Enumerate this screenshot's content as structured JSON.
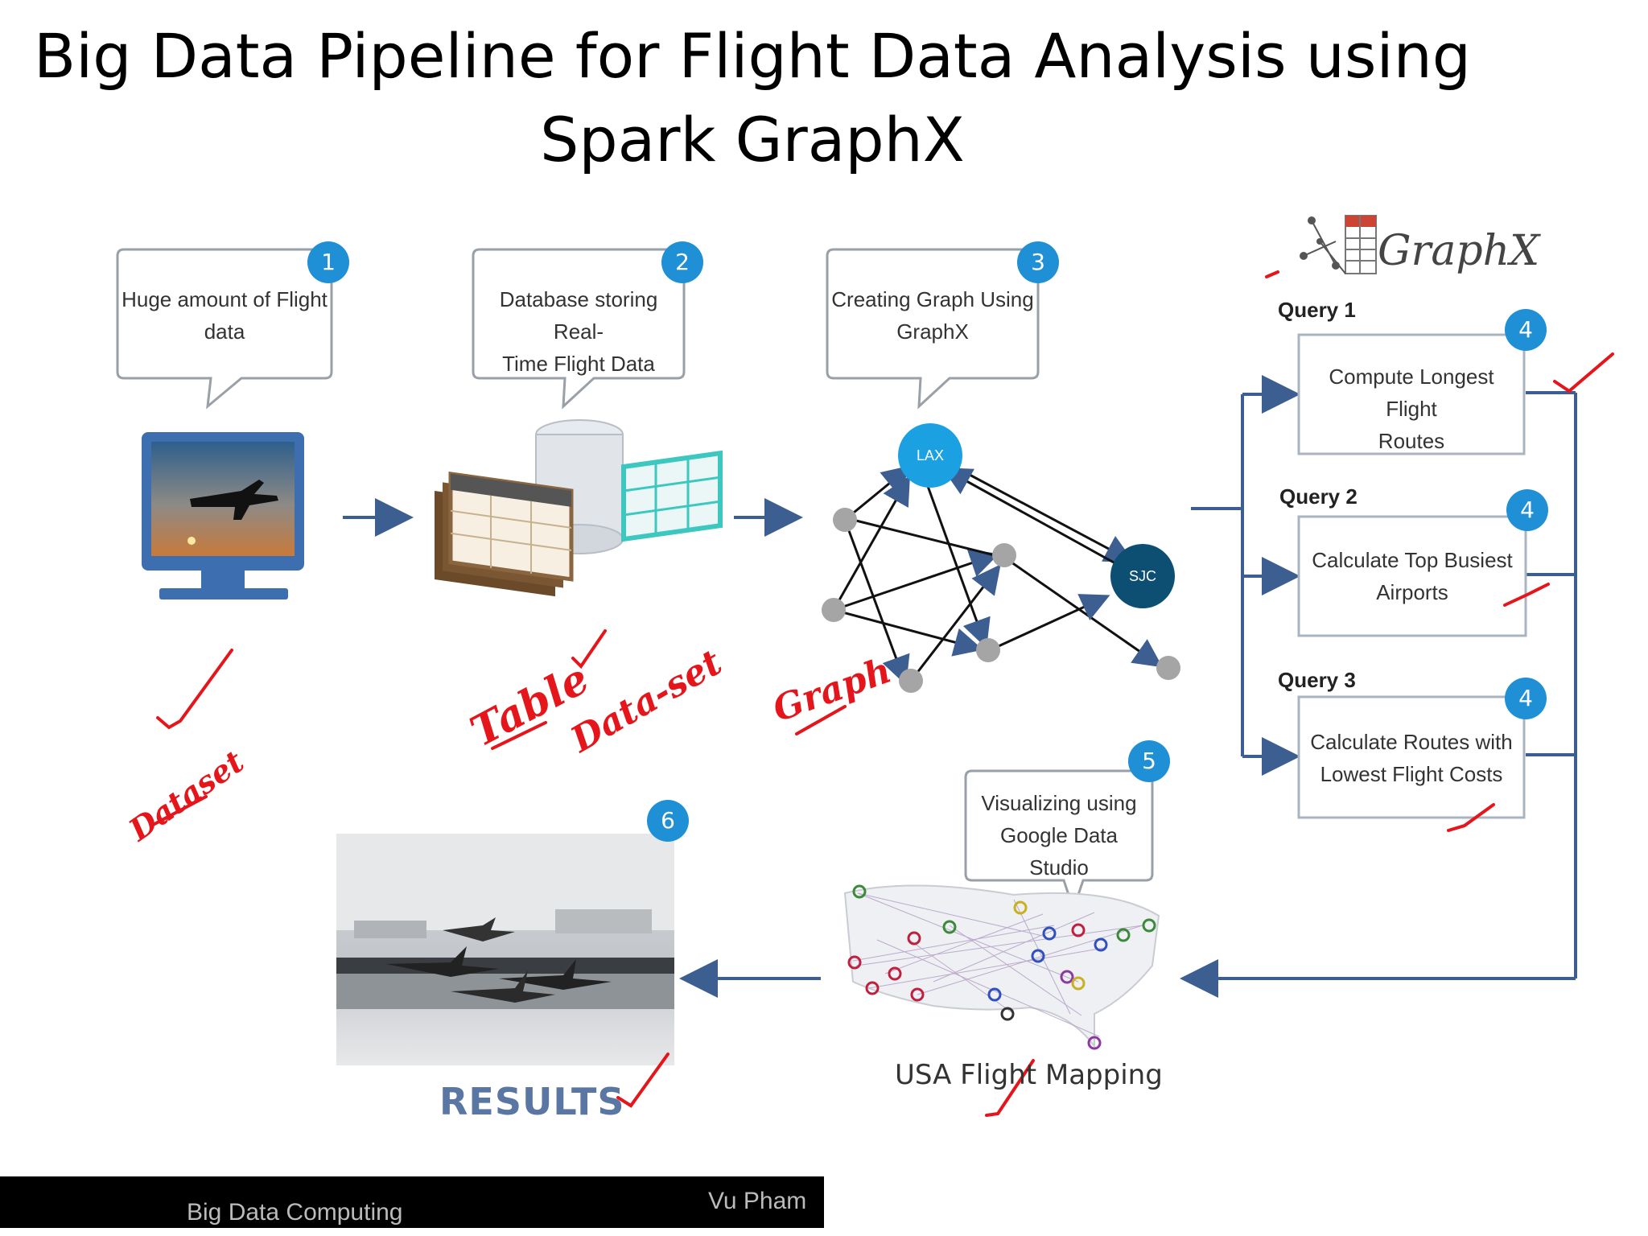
{
  "slide": {
    "title_line1": "Big Data Pipeline for Flight Data Analysis using",
    "title_line2": "Spark GraphX"
  },
  "steps": [
    {
      "badge": "1",
      "text_line1": "Huge amount of Flight",
      "text_line2": "data"
    },
    {
      "badge": "2",
      "text_line1": "Database storing Real-",
      "text_line2": "Time Flight Data"
    },
    {
      "badge": "3",
      "text_line1": "Creating Graph Using",
      "text_line2": "GraphX"
    },
    {
      "badge": "5",
      "text_line1": "Visualizing using",
      "text_line2": "Google Data Studio"
    },
    {
      "badge": "6"
    }
  ],
  "graph": {
    "node_lax": "LAX",
    "node_sjc": "SJC"
  },
  "graphx_logo": "GraphX",
  "queries": [
    {
      "label": "Query 1",
      "badge": "4",
      "line1": "Compute Longest Flight",
      "line2": "Routes"
    },
    {
      "label": "Query 2",
      "badge": "4",
      "line1": "Calculate Top Busiest",
      "line2": "Airports"
    },
    {
      "label": "Query 3",
      "badge": "4",
      "line1": "Calculate Routes with",
      "line2": "Lowest Flight Costs"
    }
  ],
  "results_label": "RESULTS",
  "map_label": "USA Flight Mapping",
  "handwriting": {
    "dataset1": "Dataset",
    "table": "Table",
    "dataset2": "Data-set",
    "graph": "Graph"
  },
  "footer": {
    "left": "Big Data Computing",
    "right": "Vu Pham"
  },
  "colors": {
    "badge": "#1f8fd6",
    "lax": "#1ba1e2",
    "sjc": "#0d4f73",
    "gray_node": "#a5a5a5",
    "annotation": "#e5161b",
    "connector": "#3d5e91"
  }
}
